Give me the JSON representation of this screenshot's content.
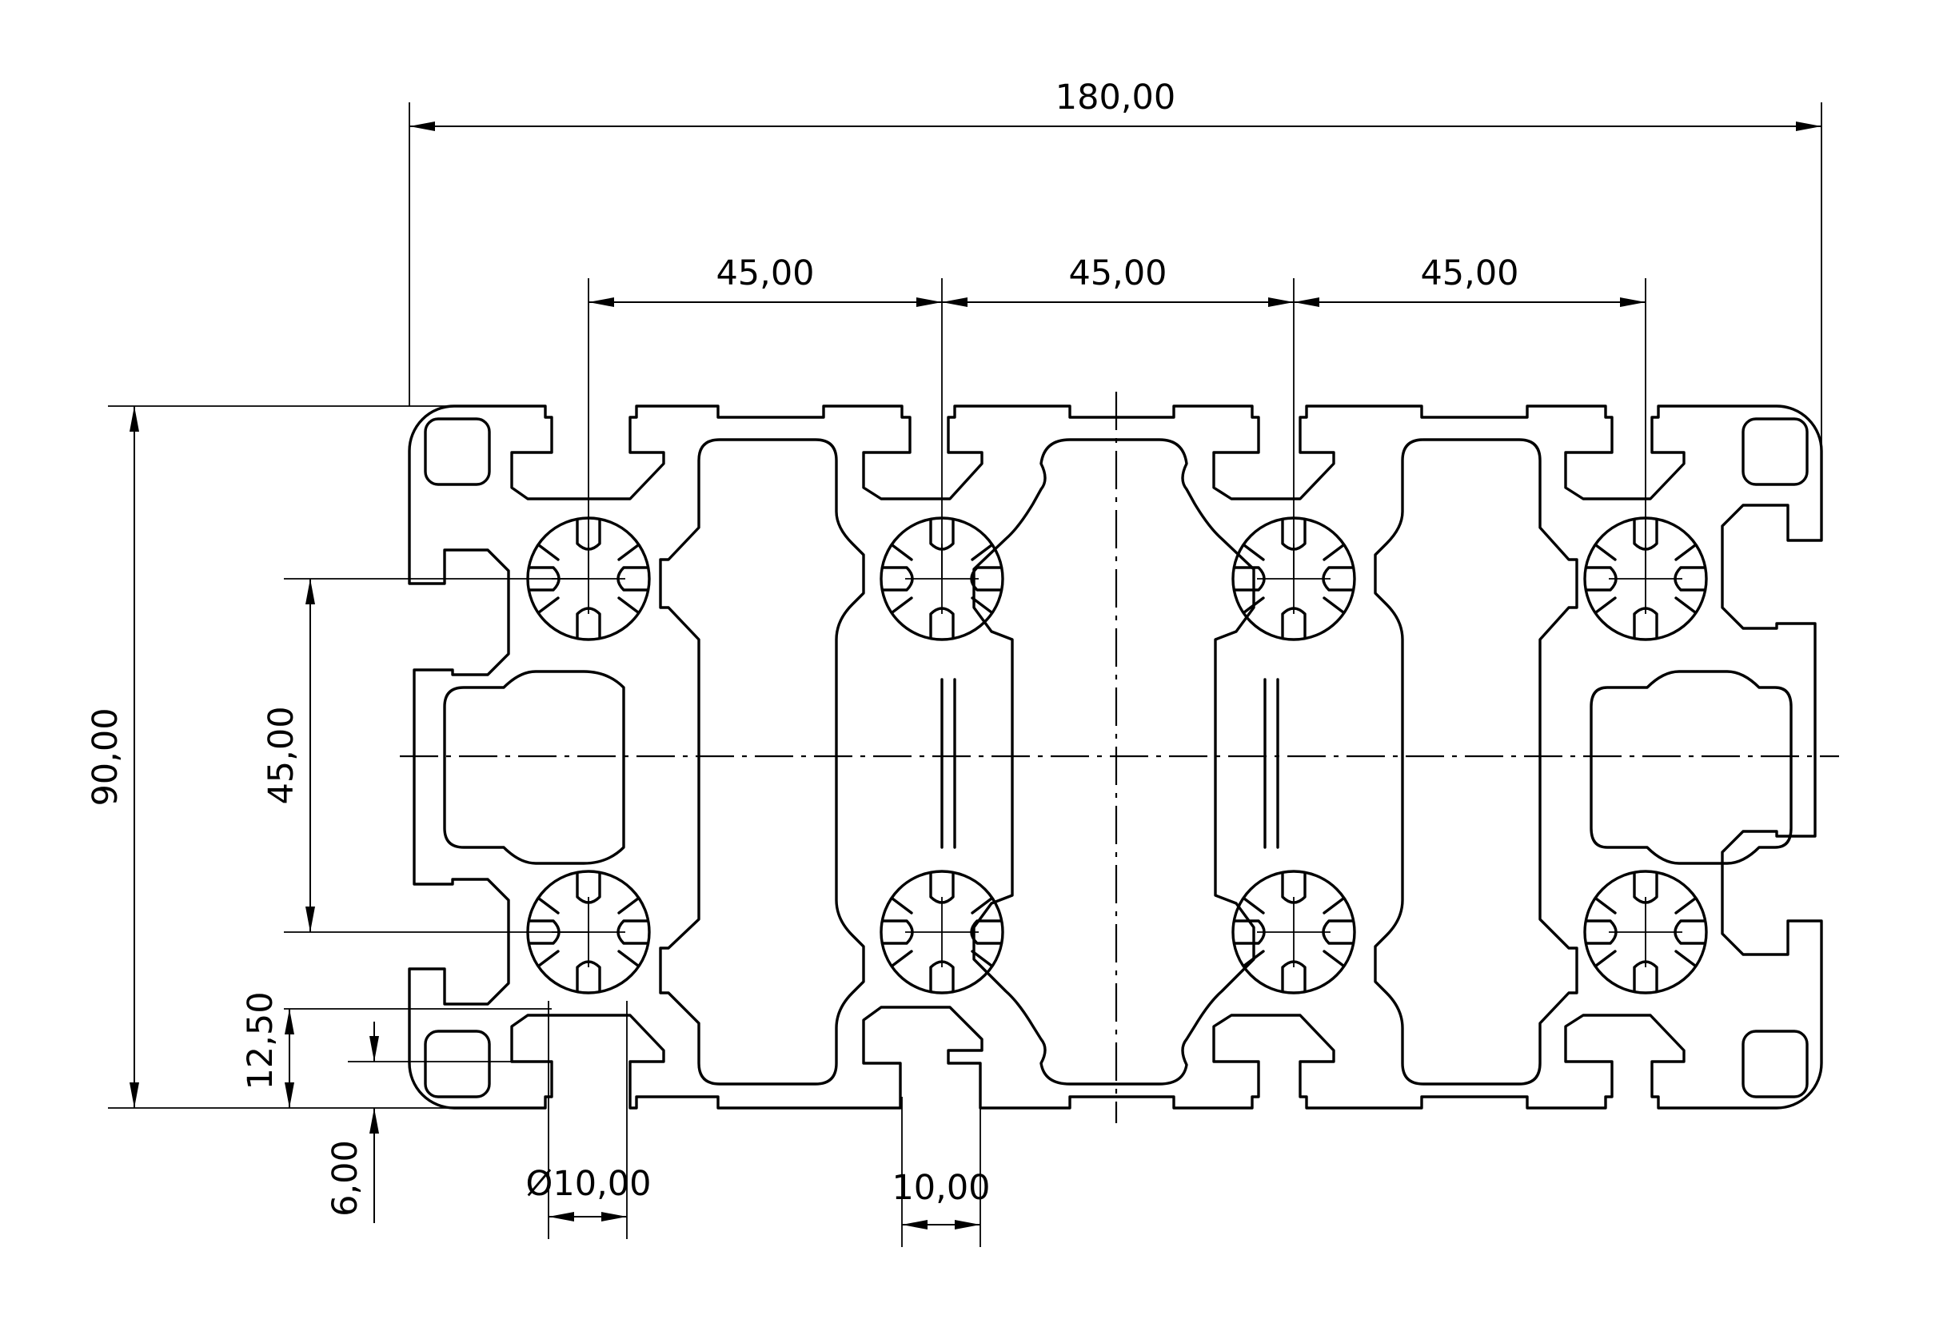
{
  "drawing": {
    "dimensions": {
      "overall_width": "180,00",
      "pitch_1": "45,00",
      "pitch_2": "45,00",
      "pitch_3": "45,00",
      "overall_height": "90,00",
      "vertical_pitch": "45,00",
      "slot_depth": "12,50",
      "slot_lip": "6,00",
      "core_bore": "Ø10,00",
      "slot_width": "10,00"
    },
    "line_color": "#000000",
    "background": "#ffffff"
  }
}
